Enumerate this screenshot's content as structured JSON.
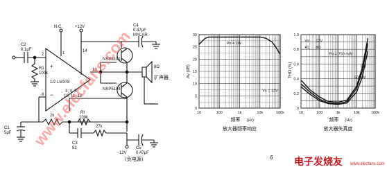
{
  "schematic": {
    "nc": "N.C.",
    "vplus": "+12V",
    "c4": "C4",
    "c4_val": "0.47μF",
    "c4_type": "MYLAR",
    "c2": "C2",
    "c2_val": "0.1μF",
    "r1": "R1",
    "r1_val": "100k",
    "pin1": "1",
    "pin2": "2",
    "pin8": "8",
    "pin14": "14",
    "pin13": "13",
    "pin_gnd": "3, 4, 5",
    "pin_gnd2": "10, 11, 12",
    "ic": "1/2 LM378",
    "q1": "NSP5191",
    "q2": "NSP5194",
    "speaker": "8Ω",
    "speaker_label": "扩声器",
    "r2": "2k",
    "rf": "Rf",
    "rf_val": "100k",
    "r3": "27k",
    "c3": "C3",
    "c3_val": "82",
    "c1": "C1",
    "c1_val": "5μF",
    "vminus": "-12V",
    "c5": "C5",
    "c5_val": "0.47μF",
    "c5_label": "(负电源)"
  },
  "chart_data": [
    {
      "type": "line",
      "title": "放大器频率响应",
      "xlabel": "频率",
      "xunit": "(Hz)",
      "ylabel": "Av (dB)",
      "x_scale": "log",
      "xlim": [
        10,
        100000
      ],
      "ylim": [
        0,
        30
      ],
      "x_ticks": [
        "10",
        "100",
        "1k",
        "10k",
        "100k"
      ],
      "y_ticks": [
        "0",
        "5",
        "10",
        "15",
        "20",
        "25",
        "30"
      ],
      "annotations": [
        "Po = 1W",
        "Vs = 12V"
      ],
      "series": [
        {
          "x": [
            10,
            15,
            20,
            30,
            50,
            100,
            1000,
            10000,
            20000,
            40000,
            60000,
            100000
          ],
          "y": [
            26,
            27.5,
            28.5,
            29,
            29,
            29,
            29,
            29,
            28.5,
            27,
            25,
            22
          ]
        }
      ]
    },
    {
      "type": "line",
      "title": "放大器失真度",
      "xlabel": "频率",
      "xunit": "(Hz)",
      "ylabel": "THD (%)",
      "x_scale": "log",
      "xlim": [
        10,
        100000
      ],
      "ylim": [
        0,
        1
      ],
      "x_ticks": [
        "10",
        "100",
        "1k",
        "10k",
        "100k"
      ],
      "y_ticks": [
        "0",
        "0.1",
        "0.2",
        "0.3",
        "0.4",
        "0.5",
        "0.6",
        "0.7",
        "0.8",
        "0.9",
        "1.0"
      ],
      "annotations": [
        "Vs",
        "12V",
        "RL",
        "8Ω",
        "Po = 750 mW",
        "5W",
        "50mW"
      ],
      "series": [
        {
          "name": "750 mW",
          "x": [
            10,
            30,
            100,
            300,
            1000,
            3000,
            10000,
            20000,
            40000
          ],
          "y": [
            0.33,
            0.22,
            0.12,
            0.07,
            0.06,
            0.09,
            0.27,
            0.5,
            0.88
          ]
        },
        {
          "name": "5W",
          "x": [
            10,
            30,
            100,
            300,
            1000,
            3000,
            10000,
            20000,
            40000
          ],
          "y": [
            0.38,
            0.25,
            0.15,
            0.09,
            0.08,
            0.11,
            0.3,
            0.55,
            0.95
          ]
        },
        {
          "name": "50mW",
          "x": [
            10,
            30,
            100,
            300,
            1000,
            3000,
            10000,
            20000,
            40000
          ],
          "y": [
            0.29,
            0.19,
            0.1,
            0.06,
            0.05,
            0.07,
            0.22,
            0.42,
            0.78
          ]
        }
      ]
    }
  ],
  "page_num": "6",
  "watermark": "www.elecfans.com",
  "brand": "电子发烧友",
  "brand_url": "www.elecfans.com"
}
